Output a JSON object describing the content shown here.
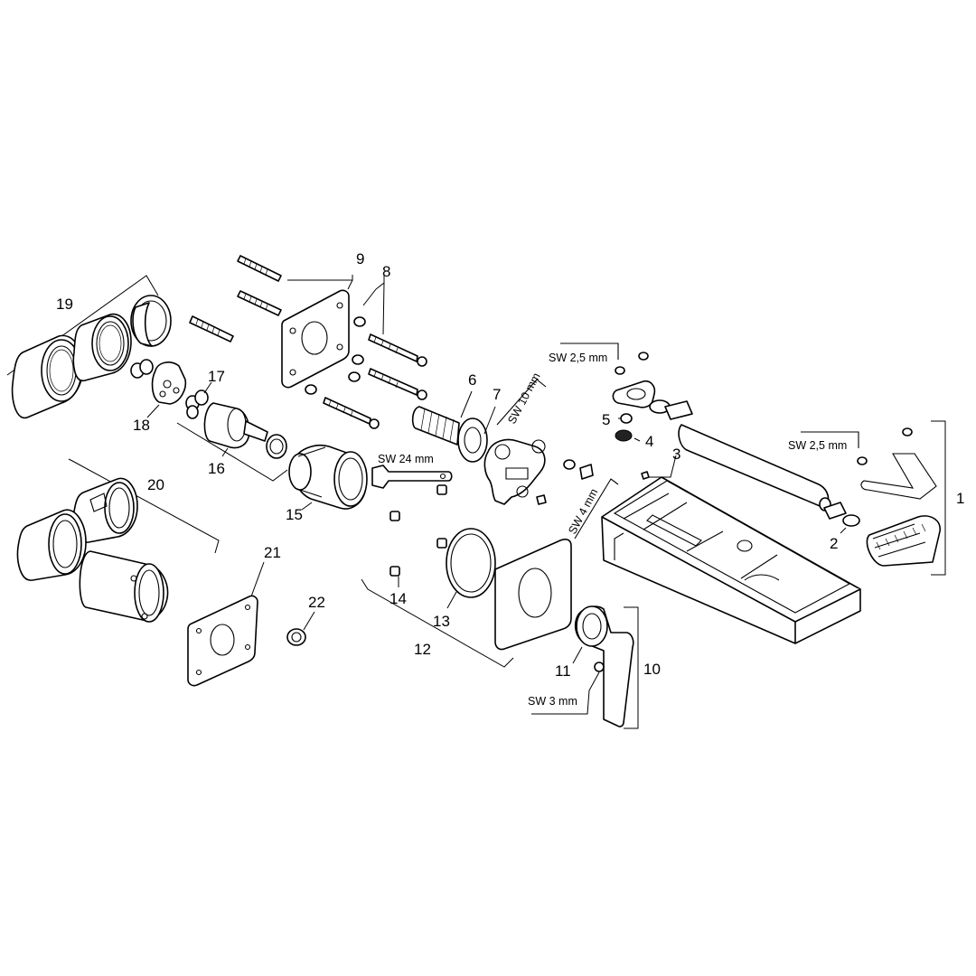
{
  "callouts": {
    "c1": "1",
    "c2": "2",
    "c3": "3",
    "c4": "4",
    "c5": "5",
    "c6": "6",
    "c7": "7",
    "c8": "8",
    "c9": "9",
    "c10": "10",
    "c11": "11",
    "c12": "12",
    "c13": "13",
    "c14": "14",
    "c15": "15",
    "c16": "16",
    "c17": "17",
    "c18": "18",
    "c19": "19",
    "c20": "20",
    "c21": "21",
    "c22": "22"
  },
  "tool_labels": {
    "sw_2_5_a": "SW 2,5 mm",
    "sw_2_5_b": "SW 2,5 mm",
    "sw_10": "SW 10 mm",
    "sw_24": "SW 24 mm",
    "sw_4": "SW 4 mm",
    "sw_3": "SW 3 mm"
  }
}
